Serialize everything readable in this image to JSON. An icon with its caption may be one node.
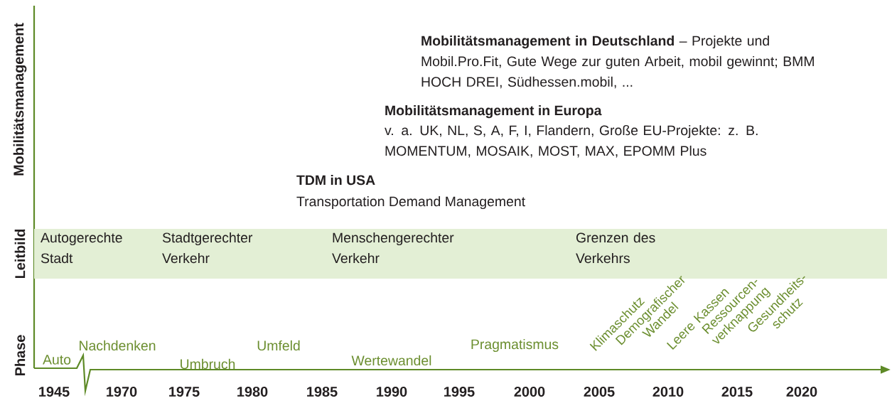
{
  "diagram": {
    "nodes": [
      {
        "text": [
          "Autogerechte Stadt",
          "Stadtgerechter Verkehr",
          "Menschengerechter Verkehr",
          "Grenzen des Verkehrs"
        ]
      }
    ],
    "labels": [
      "Mobilitätsmanagement",
      "Leitbild",
      "Phase",
      "**Mobilitätsmanagement in Deutschland** – Projekte und Mobil.Pro.Fit, Gute Wege zur guten Arbeit, mobil gewinnt; BMM HOCH DREI, Südhessen.mobil, ...",
      "Mobilitätsmanagement in Europa",
      "v. a. UK, NL, S, A, F, I, Flandern, Große EU-Projekte: z. B. MOMENTUM, MOSAIK, MOST, MAX, EPOMM Plus",
      "TDM in USA",
      "Transportation Demand Management",
      "Auto",
      "Nachdenken",
      "Umbruch",
      "Umfeld",
      "Wertewandel",
      "Pragmatismus",
      "Klimaschutz",
      "Demografischer Wandel",
      "Leere Kassen",
      "Ressourcen- verknappung",
      "Gesundheits- schutz",
      "1945",
      "1970",
      "1975",
      "1980",
      "1985",
      "1990",
      "1995",
      "2000",
      "2005",
      "2010",
      "2015",
      "2020"
    ]
  }
}
